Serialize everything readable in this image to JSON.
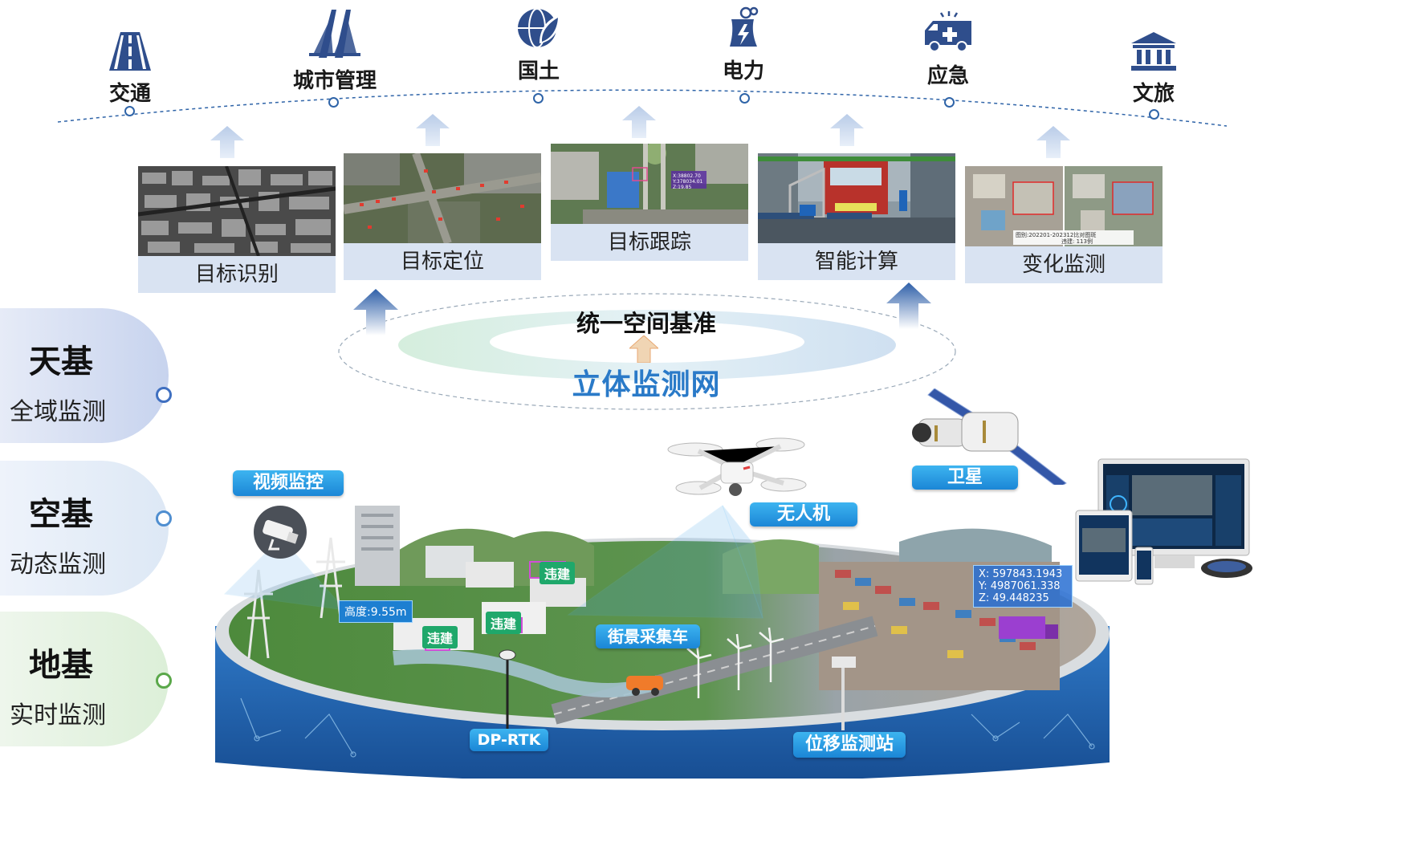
{
  "domains": [
    {
      "label": "交通",
      "icon": "road-icon"
    },
    {
      "label": "城市管理",
      "icon": "bridge-icon"
    },
    {
      "label": "国土",
      "icon": "globe-leaf-icon"
    },
    {
      "label": "电力",
      "icon": "power-plant-icon"
    },
    {
      "label": "应急",
      "icon": "ambulance-icon"
    },
    {
      "label": "文旅",
      "icon": "museum-icon"
    }
  ],
  "capabilities": [
    {
      "label": "目标识别"
    },
    {
      "label": "目标定位"
    },
    {
      "label": "目标跟踪"
    },
    {
      "label": "智能计算"
    },
    {
      "label": "变化监测"
    }
  ],
  "tracking_overlay": [
    "X:38802.70",
    "Y:378034.01",
    "Z:19.85"
  ],
  "change_overlay": {
    "line1": "图别:202201-202312比对图斑",
    "line2": "违建: 113例"
  },
  "center": {
    "baseline": "统一空间基准",
    "network": "立体监测网"
  },
  "tiers": [
    {
      "title": "天基",
      "subtitle": "全域监测",
      "color": "#3f6fc0"
    },
    {
      "title": "空基",
      "subtitle": "动态监测",
      "color": "#4f8ed0"
    },
    {
      "title": "地基",
      "subtitle": "实时监测",
      "color": "#5aa84a"
    }
  ],
  "scene": {
    "video_tag": "视频监控",
    "satellite_tag": "卫星",
    "drone_tag": "无人机",
    "car_tag": "街景采集车",
    "rtk_tag": "DP-RTK",
    "station_tag": "位移监测站",
    "height_label": "高度:9.55m",
    "violation_label": "违建",
    "coords": [
      "X: 597843.1943",
      "Y: 4987061.338",
      "Z: 49.448235"
    ]
  }
}
